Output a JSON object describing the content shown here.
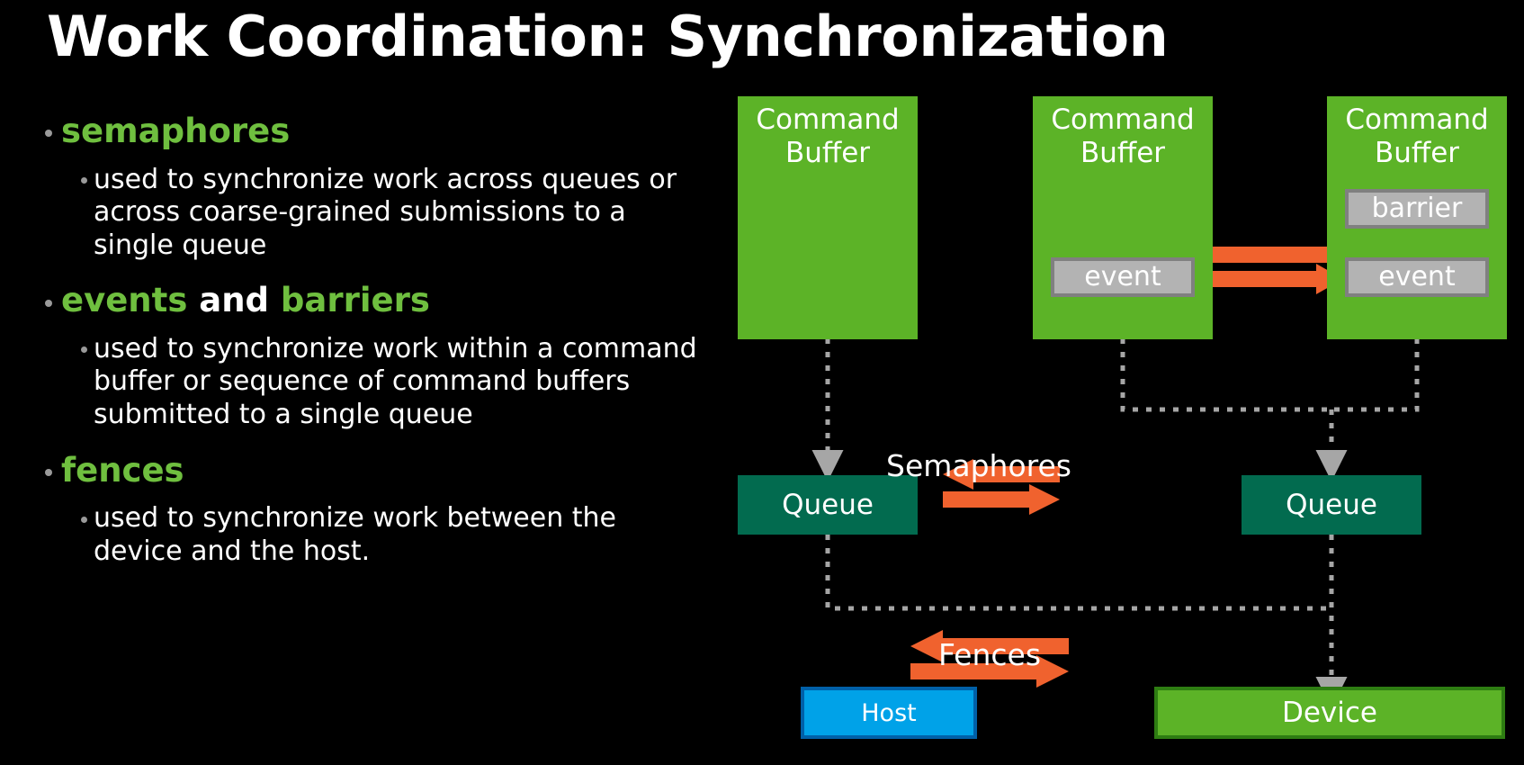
{
  "slide": {
    "title": "Work Coordination: Synchronization",
    "background_color": "#000000",
    "accent_green": "#6FBF3F",
    "text_color": "#FFFFFF"
  },
  "bullets": [
    {
      "label": "semaphores",
      "label_color": "#6FBF3F",
      "sub": "used to synchronize work across queues or across coarse-grained submissions to a single queue"
    },
    {
      "label_part1": "events",
      "label_mid": " and ",
      "label_part2": "barriers",
      "label_color": "#6FBF3F",
      "sub": "used to synchronize work within a command buffer or sequence of command buffers submitted to a single queue"
    },
    {
      "label": "fences",
      "label_color": "#6FBF3F",
      "sub": "used to synchronize work between the device and the host."
    }
  ],
  "diagram": {
    "command_buffers": [
      {
        "title_line1": "Command",
        "title_line2": "Buffer",
        "chips": []
      },
      {
        "title_line1": "Command",
        "title_line2": "Buffer",
        "chips": [
          "event"
        ]
      },
      {
        "title_line1": "Command",
        "title_line2": "Buffer",
        "chips": [
          "barrier",
          "event"
        ]
      }
    ],
    "queues": [
      {
        "label": "Queue"
      },
      {
        "label": "Queue"
      }
    ],
    "semaphores_label": "Semaphores",
    "fences_label": "Fences",
    "host": {
      "label": "Host",
      "color": "#00A2E8",
      "border": "#0060A8"
    },
    "device": {
      "label": "Device",
      "color": "#5CB327",
      "border": "#2E7D12"
    },
    "colors": {
      "command_buffer": "#5CB327",
      "queue": "#026B4F",
      "chip_fill": "#B3B3B3",
      "chip_border": "#808080",
      "orange_arrow": "#F0622E",
      "dotted_line": "#A6A6A6"
    }
  }
}
